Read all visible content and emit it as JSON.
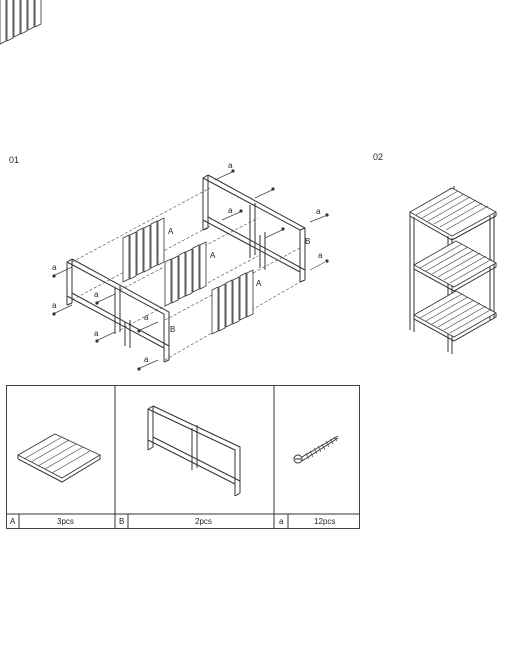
{
  "steps": {
    "step1": "01",
    "step2": "02"
  },
  "diagram_labels": {
    "A": "A",
    "B": "B",
    "a": "a"
  },
  "parts": [
    {
      "letter": "A",
      "qty": "3pcs",
      "icon": "slatted-shelf-icon"
    },
    {
      "letter": "B",
      "qty": "2pcs",
      "icon": "ladder-side-frame-icon"
    },
    {
      "letter": "a",
      "qty": "12pcs",
      "icon": "screw-icon"
    }
  ]
}
